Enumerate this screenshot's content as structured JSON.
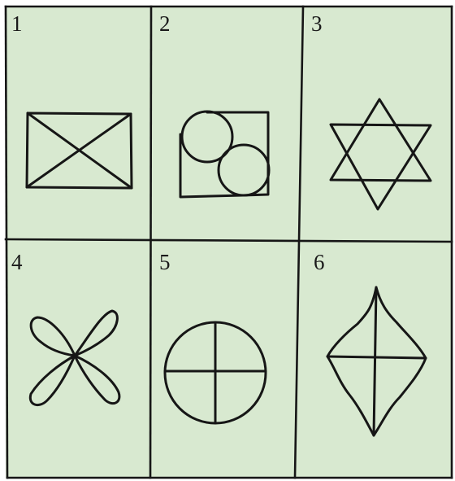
{
  "colors": {
    "background": "#d8e9d0",
    "ink": "#161616"
  },
  "panels": [
    {
      "number": "1",
      "figure": "rectangle-with-x-icon"
    },
    {
      "number": "2",
      "figure": "two-circles-in-square-icon"
    },
    {
      "number": "3",
      "figure": "six-pointed-star-icon"
    },
    {
      "number": "4",
      "figure": "four-petal-flower-icon"
    },
    {
      "number": "5",
      "figure": "circle-with-cross-icon"
    },
    {
      "number": "6",
      "figure": "leaf-with-cross-icon"
    }
  ]
}
